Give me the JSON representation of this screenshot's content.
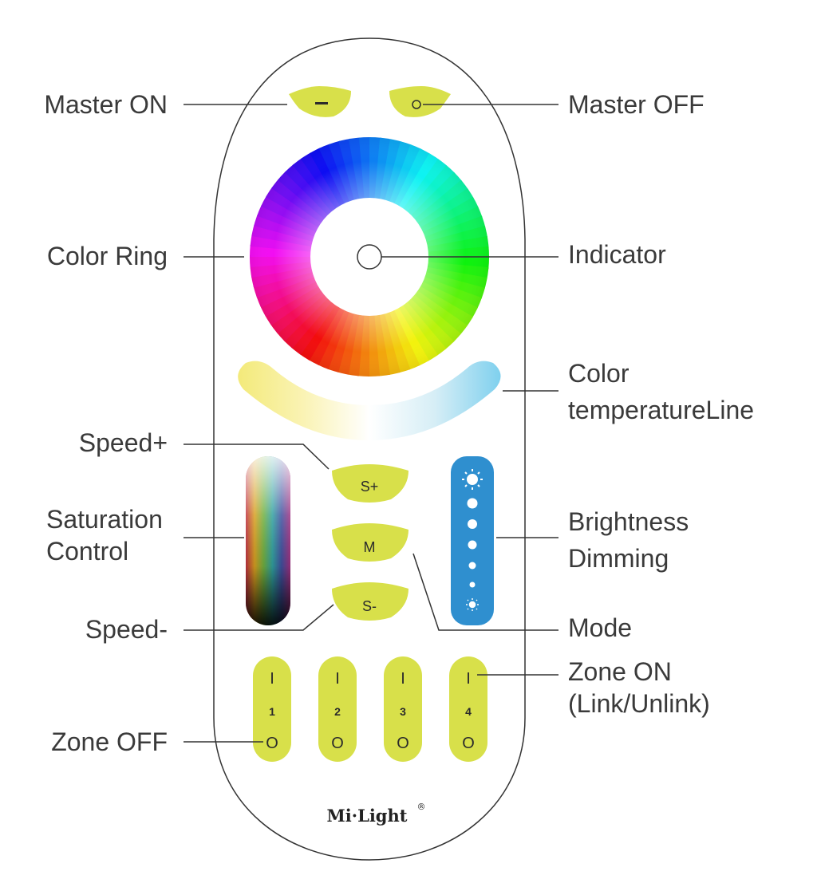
{
  "labels": {
    "master_on": "Master ON",
    "master_off": "Master OFF",
    "color_ring": "Color Ring",
    "indicator": "Indicator",
    "color_temp_line1": "Color",
    "color_temp_line2": "temperatureLine",
    "speed_plus": "Speed+",
    "saturation_line1": "Saturation",
    "saturation_line2": "Control",
    "speed_minus": "Speed-",
    "brightness_line1": "Brightness",
    "brightness_line2": "Dimming",
    "mode": "Mode",
    "zone_on_line1": "Zone ON",
    "zone_on_line2": "(Link/Unlink)",
    "zone_off": "Zone OFF"
  },
  "buttons": {
    "master_on_symbol": "–",
    "master_off_symbol": "o",
    "speed_plus": "S+",
    "mode": "M",
    "speed_minus": "S-"
  },
  "zones": [
    {
      "on": "I",
      "number": "1",
      "off": "O"
    },
    {
      "on": "I",
      "number": "2",
      "off": "O"
    },
    {
      "on": "I",
      "number": "3",
      "off": "O"
    },
    {
      "on": "I",
      "number": "4",
      "off": "O"
    }
  ],
  "brand": {
    "name": "Mi·Light",
    "mark": "®"
  },
  "colors": {
    "button_fill": "#d8e04a",
    "brightness_bar": "#2f8fcf",
    "outline": "#333333",
    "leader_line": "#333333"
  }
}
